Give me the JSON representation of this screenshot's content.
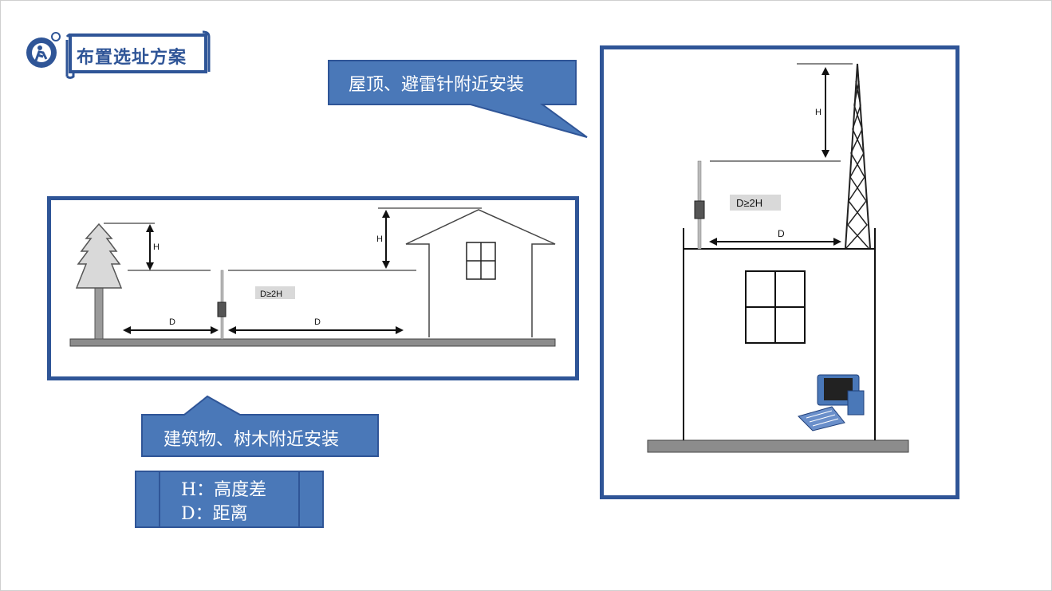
{
  "slide": {
    "title": "布置选址方案"
  },
  "callouts": {
    "rooftop": "屋顶、避雷针附近安装",
    "building_tree": "建筑物、树木附近安装"
  },
  "legend": {
    "h_line": "H：高度差",
    "d_line": "D：距离"
  },
  "diagram_left": {
    "h_label_tree": "H",
    "h_label_house": "H",
    "rule_label": "D≥2H",
    "d_label_left": "D",
    "d_label_right": "D"
  },
  "diagram_right": {
    "h_label": "H",
    "rule_label": "D≥2H",
    "d_label": "D"
  },
  "colors": {
    "accent": "#2f5597",
    "callout_fill": "#4a78b8"
  }
}
